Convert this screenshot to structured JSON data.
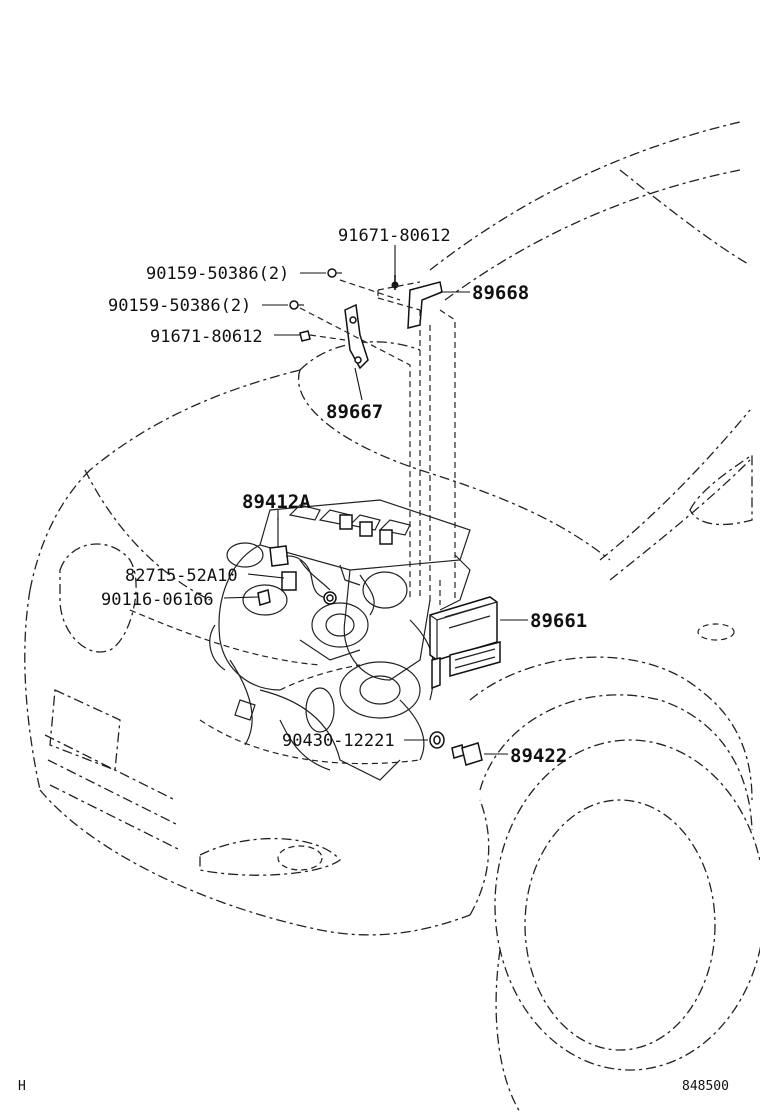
{
  "diagram": {
    "part_labels": [
      "91671-80612",
      "90159-50386(2)",
      "89668",
      "90159-50386(2)",
      "91671-80612",
      "89667",
      "89412A",
      "82715-52A10",
      "90116-06166",
      "89661",
      "90430-12221",
      "89422"
    ],
    "footer_left": "H",
    "footer_right": "848500"
  }
}
